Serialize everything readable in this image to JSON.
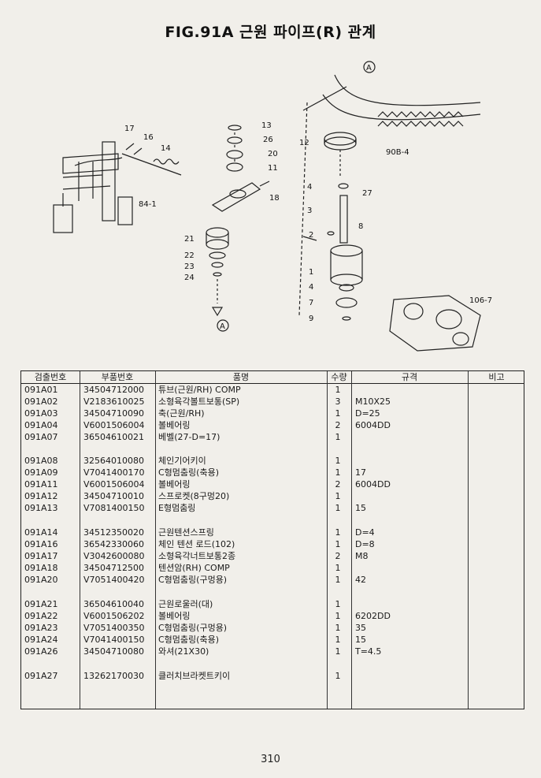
{
  "title": "FIG.91A 근원 파이프(R) 관계",
  "diagram": {
    "callouts": [
      "17",
      "16",
      "14",
      "84-1",
      "13",
      "26",
      "20",
      "11",
      "18",
      "21",
      "22",
      "23",
      "24",
      "A",
      "A",
      "12",
      "90B-4",
      "4",
      "27",
      "3",
      "2",
      "8",
      "1",
      "4",
      "7",
      "9",
      "106-7"
    ]
  },
  "table": {
    "headers": {
      "index_no": "검출번호",
      "part_no": "부품번호",
      "name": "품명",
      "qty": "수량",
      "spec": "규격",
      "remarks": "비고"
    },
    "rows": [
      {
        "index_no": "091A01",
        "part_no": "34504712000",
        "name": "튜브(근원/RH) COMP",
        "qty": "1",
        "spec": ""
      },
      {
        "index_no": "091A02",
        "part_no": "V2183610025",
        "name": "소형육각볼트보통(SP)",
        "qty": "3",
        "spec": "M10X25"
      },
      {
        "index_no": "091A03",
        "part_no": "34504710090",
        "name": "축(근원/RH)",
        "qty": "1",
        "spec": "D=25"
      },
      {
        "index_no": "091A04",
        "part_no": "V6001506004",
        "name": "볼베어링",
        "qty": "2",
        "spec": "6004DD"
      },
      {
        "index_no": "091A07",
        "part_no": "36504610021",
        "name": "베벨(27-D=17)",
        "qty": "1",
        "spec": ""
      },
      {
        "index_no": "091A08",
        "part_no": "32564010080",
        "name": "체인기어키이",
        "qty": "1",
        "spec": ""
      },
      {
        "index_no": "091A09",
        "part_no": "V7041400170",
        "name": "C형멈춤링(축용)",
        "qty": "1",
        "spec": "17"
      },
      {
        "index_no": "091A11",
        "part_no": "V6001506004",
        "name": "볼베어링",
        "qty": "2",
        "spec": "6004DD"
      },
      {
        "index_no": "091A12",
        "part_no": "34504710010",
        "name": "스프로켓(8구멍20)",
        "qty": "1",
        "spec": ""
      },
      {
        "index_no": "091A13",
        "part_no": "V7081400150",
        "name": "E형멈춤링",
        "qty": "1",
        "spec": "15"
      },
      {
        "index_no": "091A14",
        "part_no": "34512350020",
        "name": "근원텐션스프링",
        "qty": "1",
        "spec": "D=4"
      },
      {
        "index_no": "091A16",
        "part_no": "36542330060",
        "name": "체인 텐션 로드(102)",
        "qty": "1",
        "spec": "D=8"
      },
      {
        "index_no": "091A17",
        "part_no": "V3042600080",
        "name": "소형육각너트보통2종",
        "qty": "2",
        "spec": "M8"
      },
      {
        "index_no": "091A18",
        "part_no": "34504712500",
        "name": "텐션암(RH) COMP",
        "qty": "1",
        "spec": ""
      },
      {
        "index_no": "091A20",
        "part_no": "V7051400420",
        "name": "C형멈춤링(구멍용)",
        "qty": "1",
        "spec": "42"
      },
      {
        "index_no": "091A21",
        "part_no": "36504610040",
        "name": "근원로울러(대)",
        "qty": "1",
        "spec": ""
      },
      {
        "index_no": "091A22",
        "part_no": "V6001506202",
        "name": "볼베어링",
        "qty": "1",
        "spec": "6202DD"
      },
      {
        "index_no": "091A23",
        "part_no": "V7051400350",
        "name": "C형멈춤링(구멍용)",
        "qty": "1",
        "spec": "35"
      },
      {
        "index_no": "091A24",
        "part_no": "V7041400150",
        "name": "C형멈춤링(축용)",
        "qty": "1",
        "spec": "15"
      },
      {
        "index_no": "091A26",
        "part_no": "34504710080",
        "name": "와셔(21X30)",
        "qty": "1",
        "spec": "T=4.5"
      },
      {
        "index_no": "091A27",
        "part_no": "13262170030",
        "name": "클러치브라켓트키이",
        "qty": "1",
        "spec": ""
      }
    ]
  },
  "page_number": "310"
}
